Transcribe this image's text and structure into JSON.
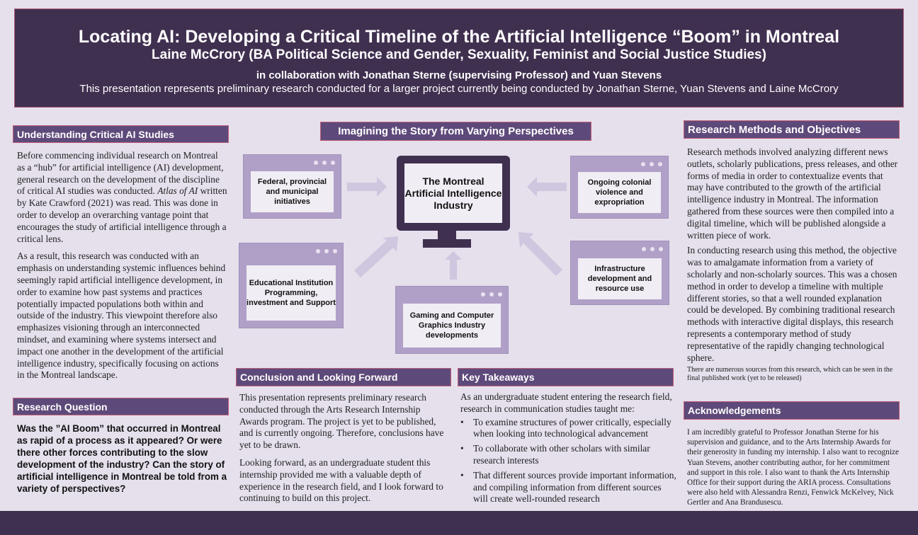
{
  "header": {
    "title": "Locating AI: Developing a Critical Timeline of the Artificial Intelligence “Boom” in Montreal",
    "author": "Laine McCrory (BA Political Science and Gender, Sexuality, Feminist and Social Justice Studies)",
    "collab": "in collaboration with Jonathan Sterne (supervising Professor) and Yuan Stevens",
    "note": "This presentation represents preliminary research conducted for a larger project currently being conducted by Jonathan Sterne, Yuan Stevens and Laine McCrory"
  },
  "critical": {
    "heading": "Understanding Critical AI Studies",
    "p1a": "Before commencing individual research on Montreal as a “hub” for artificial intelligence (AI) development, general research on the development of the discipline of critical AI studies was conducted. ",
    "p1book": "Atlas of AI",
    "p1b": " written by Kate Crawford (2021) was read. This was done in order to develop an overarching vantage point that encourages the study of artificial intelligence through a critical lens.",
    "p2": "As a result, this research was conducted with an emphasis on understanding systemic influences behind seemingly rapid artificial intelligence development, in order to examine how past systems and practices potentially impacted populations both within and outside of the industry. This viewpoint therefore also emphasizes visioning through an interconnected mindset, and examining where systems intersect and impact one another in the development of the artificial intelligence industry, specifically focusing on actions in the Montreal landscape."
  },
  "question": {
    "heading": "Research Question",
    "text": "Was the ”AI Boom” that occurred in Montreal as rapid of a process as it appeared? Or were there other forces contributing to the slow development of the industry? Can the story of artificial intelligence in Montreal be told from a variety of perspectives?"
  },
  "diagram": {
    "heading": "Imagining the Story from Varying Perspectives",
    "center": "The Montreal Artificial Intelligence Industry",
    "federal": "Federal, provincial and municipal initiatives",
    "colonial": "Ongoing colonial violence and expropriation",
    "education": "Educational Institution Programming, investment and Support",
    "infrastructure": "Infrastructure development and resource use",
    "gaming": "Gaming and Computer Graphics Industry developments"
  },
  "conclusion": {
    "heading": "Conclusion and Looking Forward",
    "p1": "This presentation represents preliminary research conducted through the Arts Research Internship Awards program. The project is yet to be published, and is currently ongoing. Therefore, conclusions have yet to be drawn.",
    "p2": "Looking forward, as an undergraduate student this internship provided me with a valuable depth of experience in the research field, and I look forward to continuing to build on this project."
  },
  "takeaways": {
    "heading": "Key Takeaways",
    "intro": "As an undergraduate student entering the research field, research in communication studies taught me:",
    "items": [
      "To examine structures of power critically, especially when looking into technological advancement",
      "To collaborate with other scholars with similar research interests",
      "That different sources provide important information, and compiling information from different sources will create well-rounded research"
    ]
  },
  "methods": {
    "heading": "Research Methods and Objectives",
    "p1": "Research methods involved analyzing different news outlets, scholarly publications, press releases, and other forms of media in order to contextualize events that may have contributed to the growth of the artificial intelligence industry in Montreal. The information gathered from these sources were then compiled into a digital timeline, which will be published alongside a written piece of work.",
    "p2": "In conducting research using this method,  the objective was to amalgamate information from a variety of scholarly and non-scholarly sources. This was a chosen method in order to develop a timeline with multiple different stories, so that a well rounded explanation could be developed. By combining traditional research methods with interactive digital displays, this research represents a contemporary method of study representative of the rapidly changing technological sphere.",
    "note": "There are numerous sources from this research, which can be seen in the final published work (yet to be released)"
  },
  "ack": {
    "heading": "Acknowledgements",
    "text": "I am incredibly grateful to Professor Jonathan Sterne for his supervision and guidance, and to the Arts Internship Awards for their generosity in funding my internship. I also want to recognize Yuan Stevens, another contributing author, for her commitment and support in this role. I also want to thank the Arts Internship Office for their support during the ARIA process. Consultations were also held with Alessandra Renzi, Fenwick McKelvey, Nick Gertler and Ana Brandusescu."
  }
}
